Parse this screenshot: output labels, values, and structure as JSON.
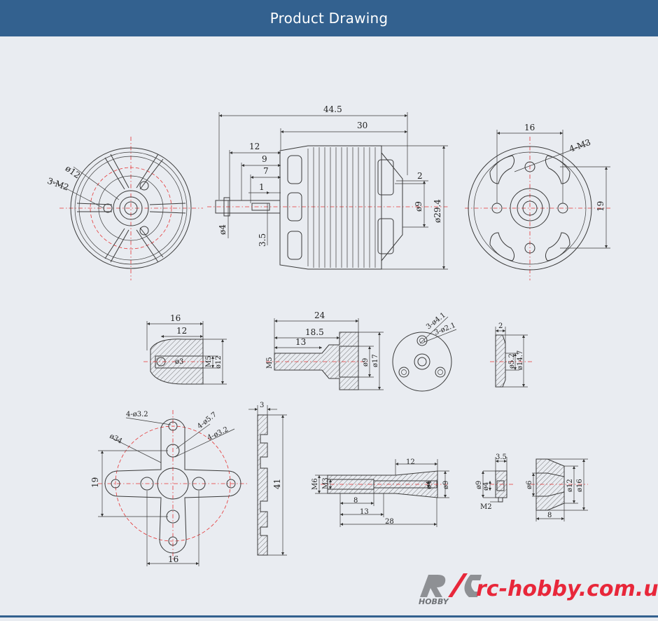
{
  "header": {
    "title": "Product Drawing"
  },
  "colors": {
    "header_bg": "#33618f",
    "background": "#e9ecf1",
    "line": "#3a3a3a",
    "centerline": "#e53535",
    "watermark": "#e8273a"
  },
  "drawing": {
    "side_view": {
      "overall_length": "44.5",
      "body_length": "30",
      "shaft_12": "12",
      "shaft_9": "9",
      "shaft_7": "7",
      "shaft_1": "1",
      "shaft_dia": "ø4",
      "flat_3_5": "3.5",
      "bearing_dia": "ø9",
      "gap_2": "2",
      "body_dia": "ø29.4"
    },
    "front_view": {
      "dia12": "ø12",
      "holes": "3-M2"
    },
    "back_view": {
      "width": "16",
      "holes": "4-M3",
      "height": "19"
    },
    "prop_nut": {
      "w16": "16",
      "w12": "12",
      "hole": "ø3",
      "thread": "M5",
      "dia": "ø12"
    },
    "prop_adapter": {
      "l24": "24",
      "l18_5": "18.5",
      "l13": "13",
      "thread": "M5",
      "d9": "ø9",
      "d17": "ø17"
    },
    "adapter_face": {
      "holes_a": "3-ø4.1",
      "holes_b": "3-ø2.1"
    },
    "washer": {
      "t2": "2",
      "d5_2": "ø5.2",
      "d14_7": "ø14.7"
    },
    "x_mount": {
      "holes_a": "4-ø3.2",
      "holes_b": "4-ø5.7",
      "holes_c": "4-ø3.2",
      "circle": "ø34",
      "h19": "19",
      "w16": "16"
    },
    "mount_side": {
      "t3": "3",
      "h41": "41"
    },
    "shaft_adapter": {
      "l12": "12",
      "m6": "M6",
      "m3": "M3",
      "d4": "ø4",
      "d9": "ø9",
      "l8": "8",
      "l13": "13",
      "l28": "28"
    },
    "small_screw": {
      "t3_5": "3.5",
      "d9": "ø9",
      "d4": "ø4",
      "m2": "M2"
    },
    "collar": {
      "d6": "ø6",
      "d12": "ø12",
      "d16": "ø16",
      "l8": "8"
    }
  },
  "watermark": {
    "logo_text": "R/C HOBBY",
    "url": "rc-hobby.com.ua"
  }
}
